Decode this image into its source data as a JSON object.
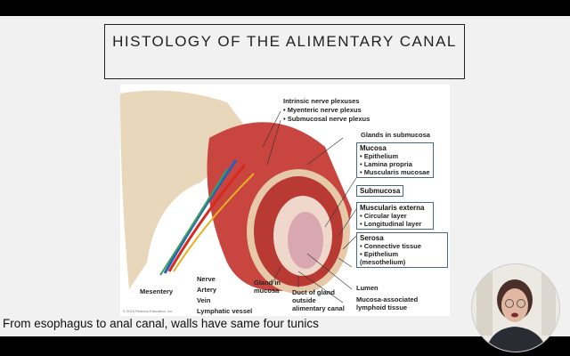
{
  "slide": {
    "title": "HISTOLOGY OF THE ALIMENTARY CANAL",
    "caption": "From esophagus to anal canal, walls have same four tunics"
  },
  "figure": {
    "copyright": "© 2016 Pearson Education, Inc.",
    "intrinsic": {
      "heading": "Intrinsic nerve plexuses",
      "items": [
        "• Myenteric nerve plexus",
        "• Submucosal nerve plexus"
      ]
    },
    "glands_submucosa": "Glands in submucosa",
    "mucosa": {
      "heading": "Mucosa",
      "items": [
        "• Epithelium",
        "• Lamina propria",
        "• Muscularis mucosae"
      ]
    },
    "submucosa": {
      "heading": "Submucosa"
    },
    "muscularis": {
      "heading": "Muscularis externa",
      "items": [
        "• Circular layer",
        "• Longitudinal layer"
      ]
    },
    "serosa": {
      "heading": "Serosa",
      "items": [
        "• Connective tissue",
        "• Epithelium (mesothelium)"
      ]
    },
    "vessels": [
      "Nerve",
      "Artery",
      "Vein",
      "Lymphatic vessel"
    ],
    "mesentery": "Mesentery",
    "gland_mucosa": "Gland in mucosa",
    "duct": "Duct of gland outside alimentary canal",
    "lumen": "Lumen",
    "malt": "Mucosa-associated lymphoid tissue"
  },
  "colors": {
    "muscle": "#c8463f",
    "serosa": "#e9d3b5",
    "artery": "#d62a1f",
    "vein": "#2a5fb8",
    "nerve": "#e5b020",
    "lymph": "#3aa060"
  }
}
